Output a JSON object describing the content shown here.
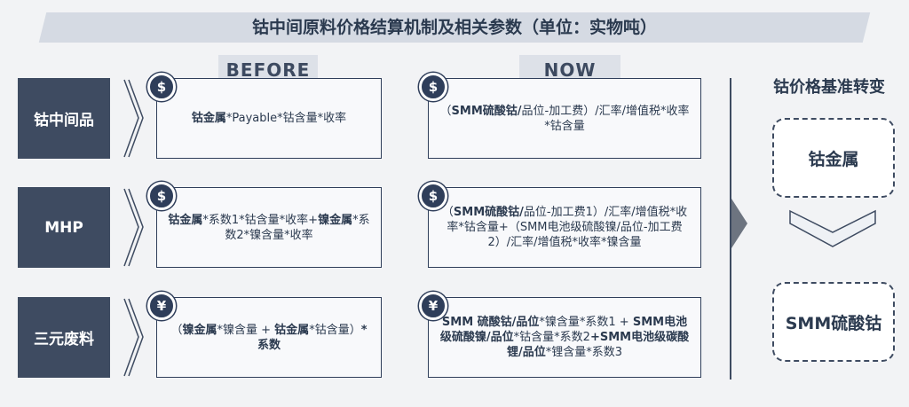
{
  "title": "钴中间原料价格结算机制及相关参数（单位：实物吨）",
  "headers": {
    "before": "BEFORE",
    "now": "NOW"
  },
  "rows": [
    {
      "category": "钴中间品",
      "coin": "$",
      "before": [
        {
          "b": true,
          "t": "钴金属"
        },
        {
          "b": false,
          "t": "*Payable*钴含量*收率"
        }
      ],
      "now_coin": "$",
      "now": [
        {
          "b": false,
          "t": "（"
        },
        {
          "b": true,
          "t": "SMM硫酸钴/"
        },
        {
          "b": false,
          "t": "品位-加工费）/汇率/增值税*收率*钴含量"
        }
      ]
    },
    {
      "category": "MHP",
      "coin": "$",
      "before": [
        {
          "b": true,
          "t": "钴金属"
        },
        {
          "b": false,
          "t": "*系数1*钴含量*收率+"
        },
        {
          "b": true,
          "t": "镍金属"
        },
        {
          "b": false,
          "t": "*系数2*镍含量*收率"
        }
      ],
      "now_coin": "$",
      "now": [
        {
          "b": false,
          "t": "（"
        },
        {
          "b": true,
          "t": "SMM硫酸钴/"
        },
        {
          "b": false,
          "t": "品位-加工费1）/汇率/增值税*收率*钴含量+（SMM电池级硫酸镍/品位-加工费2）/汇率/增值税*收率*镍含量"
        }
      ]
    },
    {
      "category": "三元废料",
      "coin": "¥",
      "before": [
        {
          "b": false,
          "t": "（"
        },
        {
          "b": true,
          "t": "镍金属"
        },
        {
          "b": false,
          "t": "*镍含量 + "
        },
        {
          "b": true,
          "t": "钴金属"
        },
        {
          "b": false,
          "t": "*钴含量）"
        },
        {
          "b": true,
          "t": "*系数"
        }
      ],
      "now_coin": "¥",
      "now": [
        {
          "b": true,
          "t": "SMM 硫酸钴/品位"
        },
        {
          "b": false,
          "t": "*镍含量*系数1 + "
        },
        {
          "b": true,
          "t": "SMM电池级硫酸镍/品位"
        },
        {
          "b": false,
          "t": "*钴含量*系数2"
        },
        {
          "b": true,
          "t": "+SMM电池级碳酸锂/品位"
        },
        {
          "b": false,
          "t": "*锂含量*系数3"
        }
      ]
    }
  ],
  "right": {
    "heading": "钴价格基准转变",
    "from": "钴金属",
    "to": "SMM硫酸钴"
  },
  "colors": {
    "navy": "#3e4b61",
    "border": "#2f3e5a",
    "header_bg": "#dde1e8",
    "title_bg": "#d5dae3"
  },
  "icons": [
    "dollar-coin-icon",
    "yuan-coin-icon",
    "chevron-right-icon",
    "chevron-down-icon",
    "triangle-arrow-right-icon"
  ]
}
